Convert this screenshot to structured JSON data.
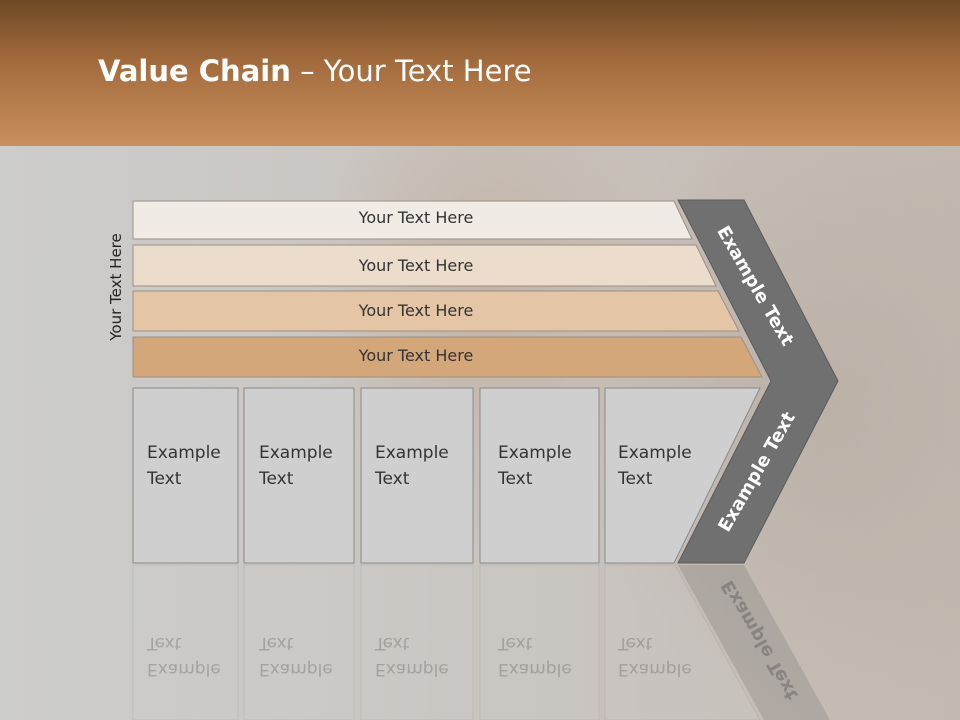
{
  "slide": {
    "title_bold": "Value Chain",
    "title_rest": " – Your Text Here"
  },
  "side_label": "Your Text Here",
  "rows": [
    {
      "label": "Your Text Here",
      "color": "#f1ebe5"
    },
    {
      "label": "Your Text Here",
      "color": "#ecdccb"
    },
    {
      "label": "Your Text Here",
      "color": "#e4c5a6"
    },
    {
      "label": "Your Text Here",
      "color": "#d4a77a"
    }
  ],
  "boxes": [
    {
      "label": "Example\nText"
    },
    {
      "label": "Example\nText"
    },
    {
      "label": "Example\nText"
    },
    {
      "label": "Example\nText"
    },
    {
      "label": "Example\nText"
    }
  ],
  "chevron": {
    "top_label": "Example Text",
    "bottom_label": "Example Text",
    "color": "#707070"
  }
}
